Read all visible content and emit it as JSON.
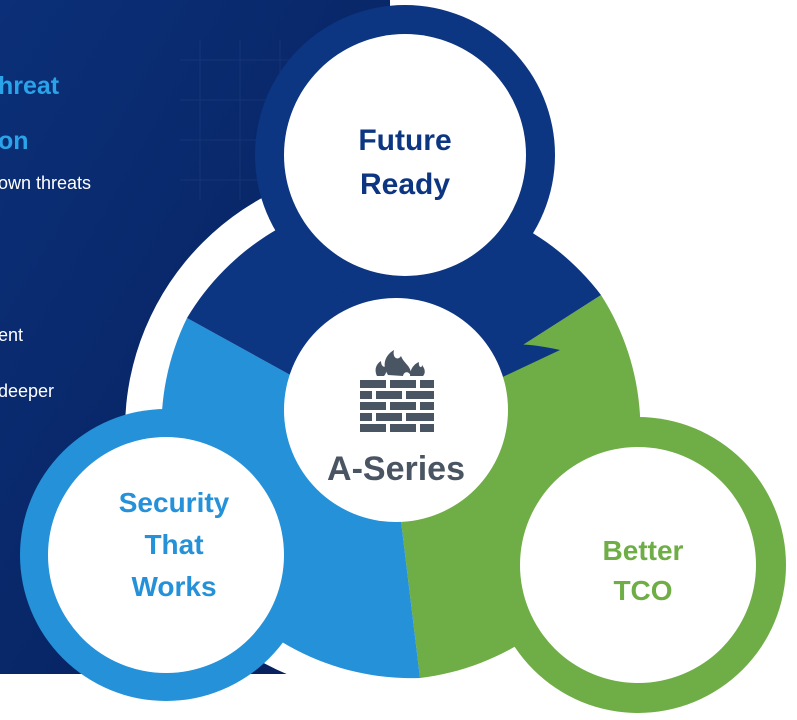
{
  "panel": {
    "heading_line1": "hreat",
    "heading_line2": "on",
    "lines": [
      "own threats",
      "ent",
      "deeper"
    ]
  },
  "center": {
    "label": "A-Series",
    "icon": "firewall-icon"
  },
  "pillars": {
    "future_ready": {
      "line1": "Future",
      "line2": "Ready"
    },
    "security": {
      "line1": "Security",
      "line2": "That",
      "line3": "Works"
    },
    "tco": {
      "line1": "Better",
      "line2": "TCO"
    }
  },
  "colors": {
    "panel_bg": "#0a2a6c",
    "navy": "#0c3582",
    "sky": "#2491d9",
    "green": "#6fad46",
    "center_text": "#4a5563",
    "heading": "#2aa3e8"
  }
}
